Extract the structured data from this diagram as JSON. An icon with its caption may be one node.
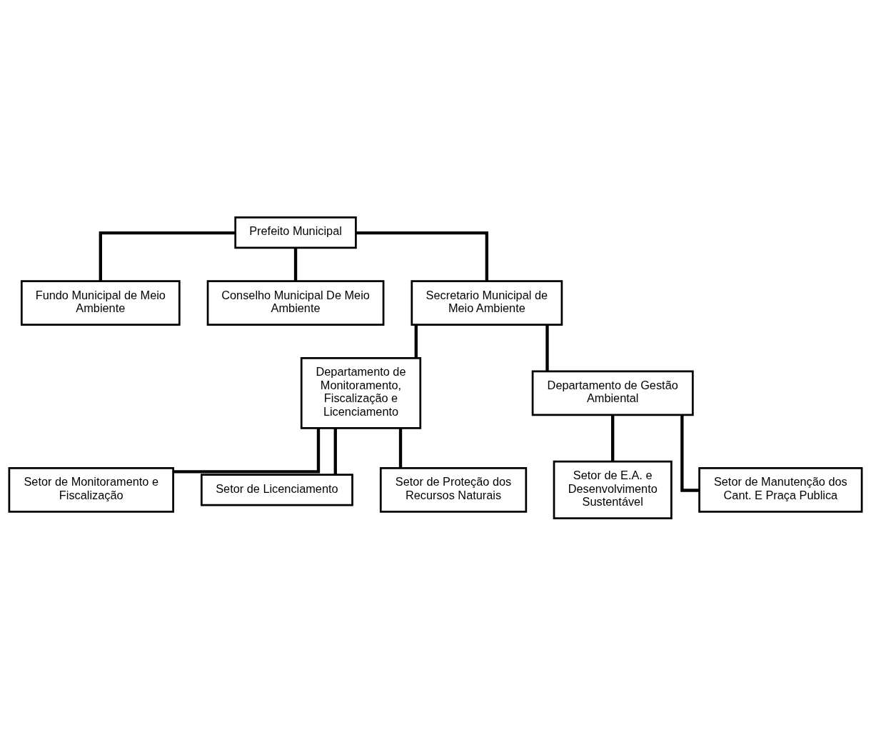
{
  "diagram": {
    "nodes": [
      {
        "text": [
          "Prefeito Municipal"
        ]
      },
      {
        "text": [
          "Fundo Municipal de Meio Ambiente"
        ]
      },
      {
        "text": [
          "Conselho Municipal De Meio Ambiente"
        ]
      },
      {
        "text": [
          "Secretario Municipal de Meio Ambiente"
        ]
      },
      {
        "text": [
          "Departamento de Monitoramento, Fiscalização e Licenciamento"
        ]
      },
      {
        "text": [
          "Departamento de Gestão Ambiental"
        ]
      },
      {
        "text": [
          "Setor de Monitoramento e Fiscalização"
        ]
      },
      {
        "text": [
          "Setor de Licenciamento"
        ]
      },
      {
        "text": [
          "Setor de Proteção dos Recursos Naturais"
        ]
      },
      {
        "text": [
          "Setor de E.A. e Desenvolvimento Sustentável"
        ]
      },
      {
        "text": [
          "Setor de Manutenção dos Cant. E Praça Publica"
        ]
      }
    ],
    "edges": [
      {
        "from": 0,
        "to": 1,
        "arrow": "none"
      },
      {
        "from": 0,
        "to": 2,
        "arrow": "none"
      },
      {
        "from": 0,
        "to": 3,
        "arrow": "none"
      },
      {
        "from": 3,
        "to": 4,
        "arrow": "none"
      },
      {
        "from": 3,
        "to": 5,
        "arrow": "none"
      },
      {
        "from": 5,
        "to": 9,
        "arrow": "none"
      },
      {
        "from": 5,
        "to": 10,
        "arrow": "none"
      },
      {
        "from": 4,
        "to": 6,
        "arrow": "none"
      },
      {
        "from": 4,
        "to": 7,
        "arrow": "none"
      },
      {
        "from": 4,
        "to": 8,
        "arrow": "none"
      }
    ]
  }
}
